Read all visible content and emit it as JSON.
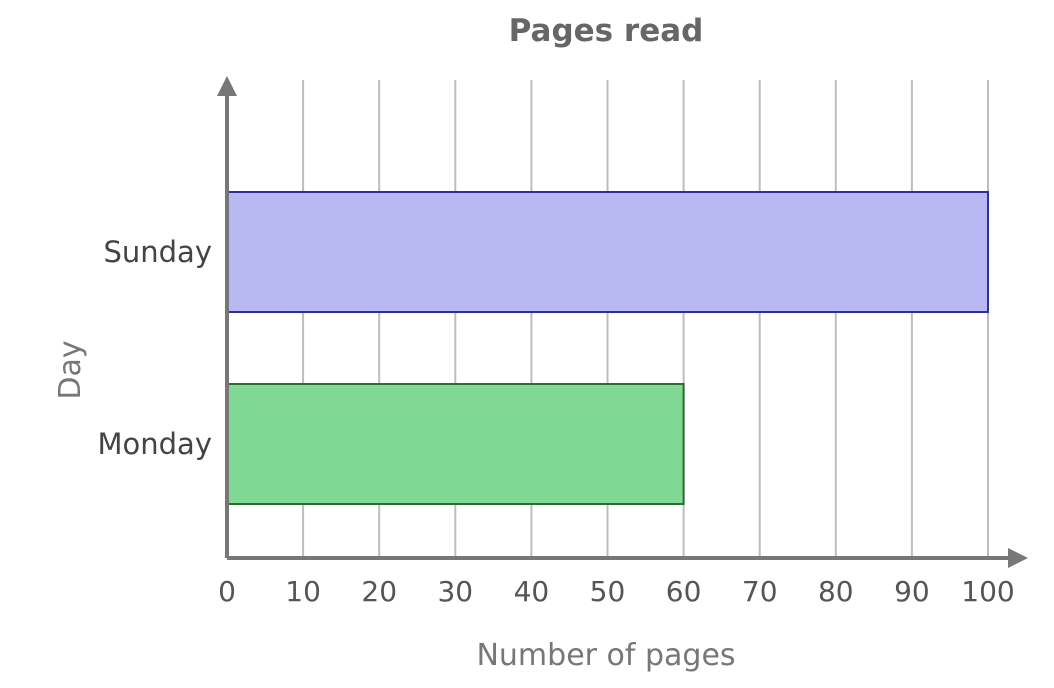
{
  "chart_data": {
    "type": "bar",
    "orientation": "horizontal",
    "title": "Pages read",
    "xlabel": "Number of pages",
    "ylabel": "Day",
    "categories": [
      "Sunday",
      "Monday"
    ],
    "values": [
      100,
      60
    ],
    "xlim": [
      0,
      100
    ],
    "x_ticks": [
      0,
      10,
      20,
      30,
      40,
      50,
      60,
      70,
      80,
      90,
      100
    ],
    "grid": true,
    "legend": false,
    "colors": {
      "bar_fills": [
        "#b8b8f3",
        "#7fd893"
      ],
      "bar_strokes": [
        "#2e2e9e",
        "#2e6b2e"
      ],
      "grid": "#bdbdbd",
      "axis": "#777777"
    }
  }
}
